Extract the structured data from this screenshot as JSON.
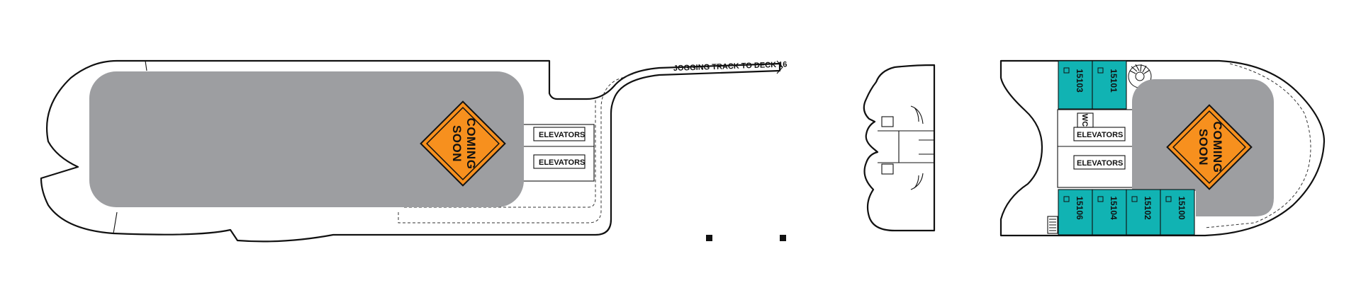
{
  "labels": {
    "jogging_track": "JOGGING TRACK TO DECK 16",
    "elevators": "ELEVATORS",
    "wc": "WC",
    "coming_soon_line1": "COMING",
    "coming_soon_line2": "SOON"
  },
  "cabins": {
    "top": [
      "15103",
      "15101"
    ],
    "bottom": [
      "15106",
      "15104",
      "15102",
      "15100"
    ]
  },
  "colors": {
    "cabin_fill": "#11b3b3",
    "zone_fill": "#9d9ea1",
    "sign_fill": "#f7901e",
    "outline": "#111111"
  }
}
